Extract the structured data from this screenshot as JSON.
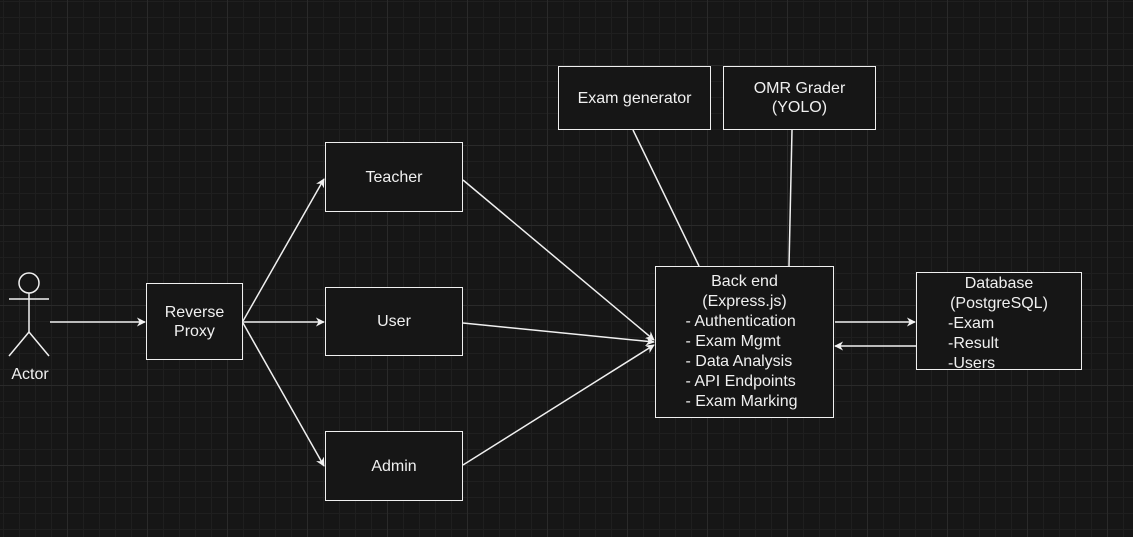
{
  "actor": {
    "label": "Actor"
  },
  "nodes": {
    "reverse_proxy": "Reverse\nProxy",
    "teacher": "Teacher",
    "user": "User",
    "admin": "Admin",
    "exam_generator": "Exam generator",
    "omr_grader": "OMR Grader\n(YOLO)",
    "backend": {
      "title_line1": "Back end",
      "title_line2": "(Express.js)",
      "items": [
        "- Authentication",
        "- Exam Mgmt",
        "- Data Analysis",
        "- API Endpoints",
        "- Exam Marking"
      ]
    },
    "database": {
      "title_line1": "Database",
      "title_line2": "(PostgreSQL)",
      "items": [
        "-Exam",
        "-Result",
        "-Users"
      ]
    }
  },
  "colors": {
    "background": "#161616",
    "stroke": "#f0f0f0",
    "grid": "#2a2a2a"
  }
}
